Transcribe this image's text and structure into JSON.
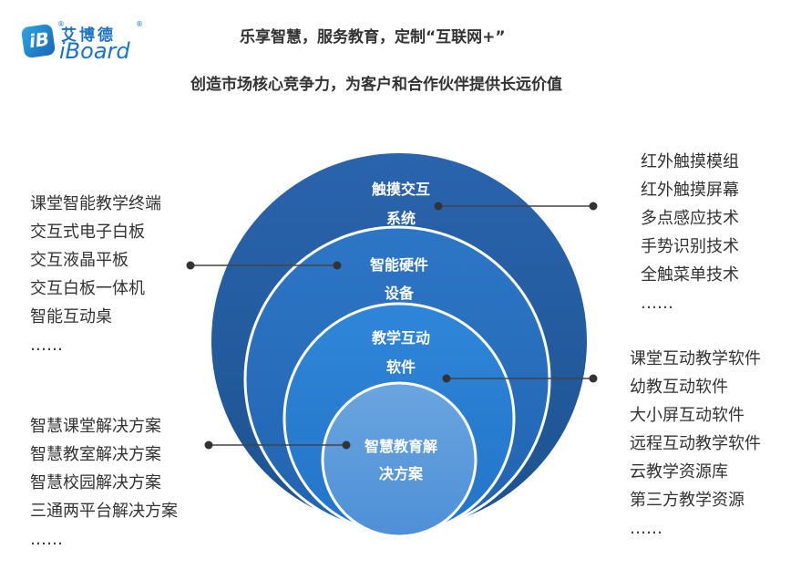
{
  "logo": {
    "mark": "iB",
    "cn_text": "艾博德",
    "en_text": "iBoard",
    "reg_mark": "®"
  },
  "headline": {
    "line1": "乐享智慧，服务教育，定制“互联网+”",
    "line2": "创造市场核心竞争力，为客户和合作伙伴提供长远价值"
  },
  "rings": [
    {
      "line1": "触摸交互",
      "line2": "系统",
      "color": "#1f5ea6"
    },
    {
      "line1": "智能硬件",
      "line2": "设备",
      "color": "#2b73c4"
    },
    {
      "line1": "教学互动",
      "line2": "软件",
      "color": "#3d8bd8"
    },
    {
      "line1": "智慧教育解",
      "line2": "决方案",
      "color": "#5b9fe0"
    }
  ],
  "lists": {
    "top_left": [
      "课堂智能教学终端",
      "交互式电子白板",
      "交互液晶平板",
      "交互白板一体机",
      "智能互动桌",
      "……"
    ],
    "bottom_left": [
      "智慧课堂解决方案",
      "智慧教室解决方案",
      "智慧校园解决方案",
      "三通两平台解决方案",
      "……"
    ],
    "top_right": [
      "红外触摸模组",
      "红外触摸屏幕",
      "多点感应技术",
      "手势识别技术",
      "全触菜单技术",
      "……"
    ],
    "bottom_right": [
      "课堂互动教学软件",
      "幼教互动软件",
      "大小屏互动软件",
      "远程互动教学软件",
      "云教学资源库",
      "第三方教学资源",
      "……"
    ]
  }
}
